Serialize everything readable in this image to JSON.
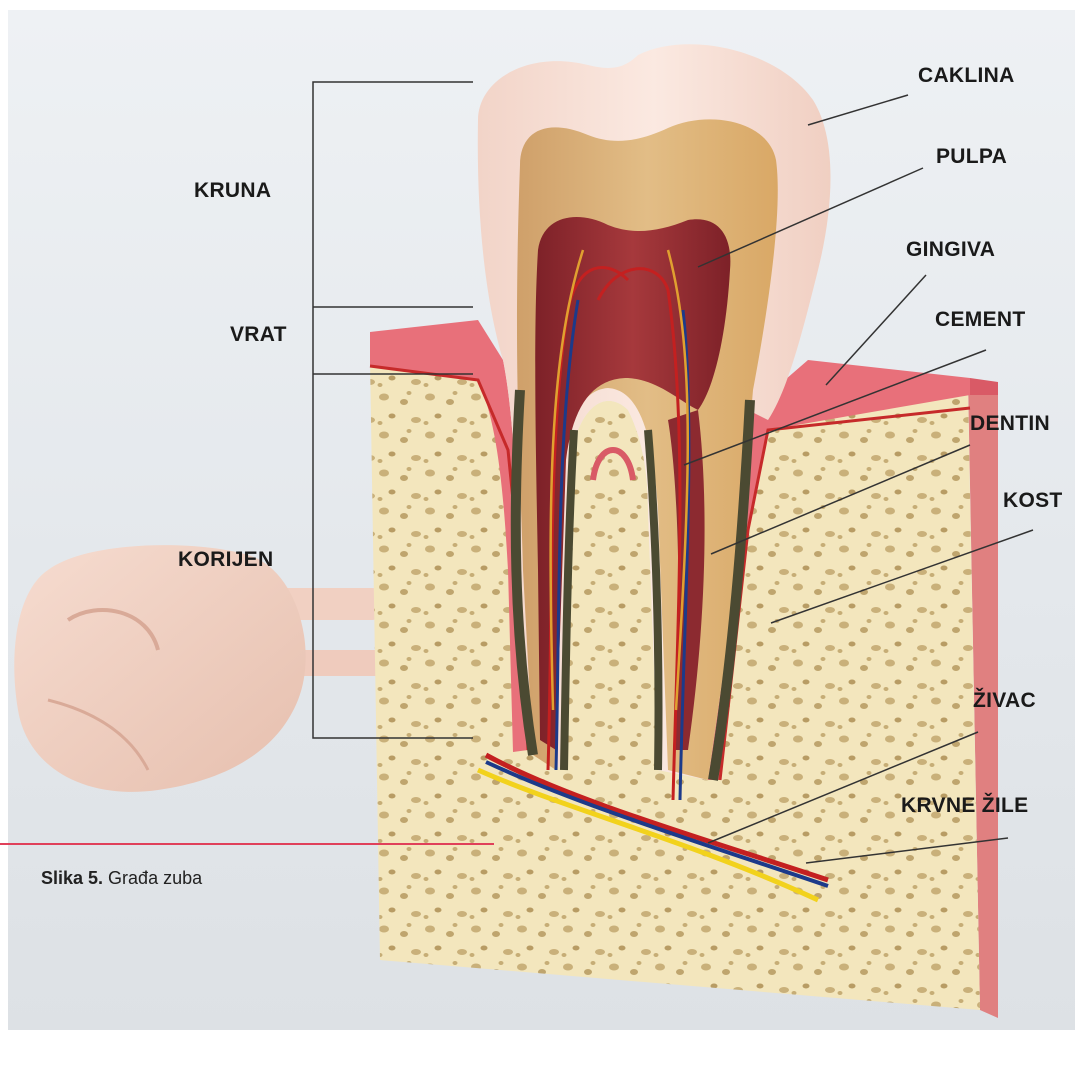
{
  "labels": {
    "kruna": "KRUNA",
    "vrat": "VRAT",
    "korijen": "KORIJEN",
    "caklina": "CAKLINA",
    "pulpa": "PULPA",
    "gingiva": "GINGIVA",
    "cement": "CEMENT",
    "dentin": "DENTIN",
    "kost": "KOST",
    "zivac": "ŽIVAC",
    "krvne_zile": "KRVNE ŽILE"
  },
  "caption": {
    "number": "Slika 5.",
    "text": " Građa zuba"
  },
  "colors": {
    "caption_rule": "#e0405a",
    "gum": "#e8707a",
    "bone": "#f3e6bd",
    "dentin": "#d9b07a",
    "pulp": "#8e2a30",
    "nerve": "#f2d21c",
    "artery": "#c42020",
    "vein": "#1c3a8a",
    "enamel": "#f7ddd2"
  }
}
